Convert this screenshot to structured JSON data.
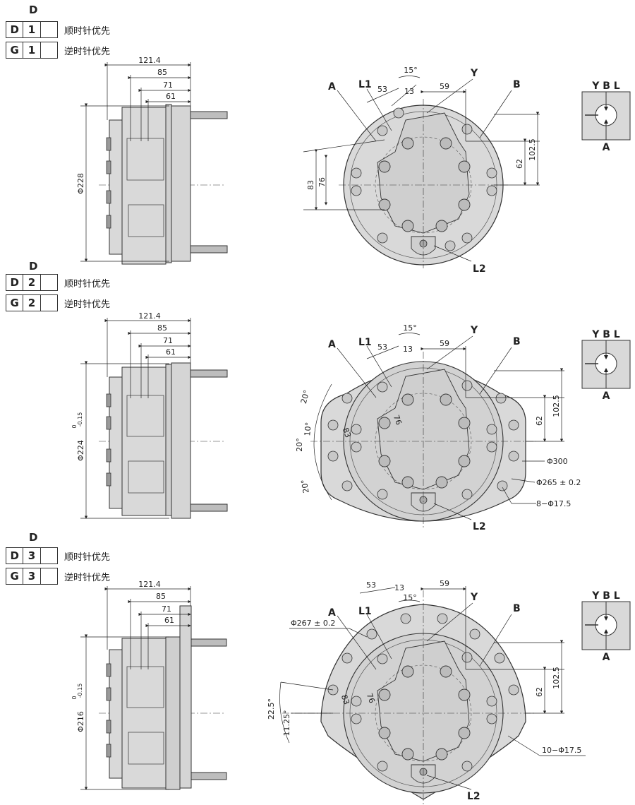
{
  "rows": [
    {
      "header": "D",
      "codes": [
        {
          "letter": "D",
          "num": "1",
          "text": "顺时针优先"
        },
        {
          "letter": "G",
          "num": "1",
          "text": "逆时针优先"
        }
      ],
      "side_dims": {
        "d1": "121.4",
        "d2": "85",
        "d3": "71",
        "d4": "61",
        "dia": "Φ228"
      },
      "front_dims": {
        "angle": "15°",
        "a": "53",
        "b": "13",
        "c": "59",
        "v1": "102.5",
        "v2": "62",
        "v3": "83",
        "v4": "76"
      },
      "labels": {
        "A": "A",
        "L1": "L1",
        "Y": "Y",
        "B": "B",
        "L2": "L2"
      },
      "port_labels": {
        "top": "Y B L",
        "bottom": "A"
      }
    },
    {
      "header": "D",
      "codes": [
        {
          "letter": "D",
          "num": "2",
          "text": "顺时针优先"
        },
        {
          "letter": "G",
          "num": "2",
          "text": "逆时针优先"
        }
      ],
      "side_dims": {
        "d1": "121.4",
        "d2": "85",
        "d3": "71",
        "d4": "61",
        "dia": "Φ224",
        "tol_up": "0",
        "tol_dn": "-0.15"
      },
      "front_dims": {
        "angle": "15°",
        "a": "53",
        "b": "13",
        "c": "59",
        "v1": "102.5",
        "v2": "62",
        "v3": "83",
        "v4": "76",
        "ang1": "20°",
        "ang2": "10°",
        "ang3": "20°",
        "ang4": "20°",
        "call1": "Φ300",
        "call2": "Φ265 ± 0.2",
        "call3": "8−Φ17.5"
      },
      "labels": {
        "A": "A",
        "L1": "L1",
        "Y": "Y",
        "B": "B",
        "L2": "L2"
      },
      "port_labels": {
        "top": "Y B L",
        "bottom": "A"
      }
    },
    {
      "header": "D",
      "codes": [
        {
          "letter": "D",
          "num": "3",
          "text": "顺时针优先"
        },
        {
          "letter": "G",
          "num": "3",
          "text": "逆时针优先"
        }
      ],
      "side_dims": {
        "d1": "121.4",
        "d2": "85",
        "d3": "71",
        "d4": "61",
        "dia": "Φ216",
        "tol_up": "0",
        "tol_dn": "-0.15"
      },
      "front_dims": {
        "angle": "15°",
        "a": "53",
        "b": "13",
        "c": "59",
        "v1": "102.5",
        "v2": "62",
        "v3": "83",
        "v4": "76",
        "ang1": "22.5°",
        "ang2": "11.25°",
        "call0": "Φ267 ± 0.2",
        "call3": "10−Φ17.5"
      },
      "labels": {
        "A": "A",
        "L1": "L1",
        "Y": "Y",
        "B": "B",
        "L2": "L2"
      },
      "port_labels": {
        "top": "Y B L",
        "bottom": "A"
      }
    }
  ]
}
